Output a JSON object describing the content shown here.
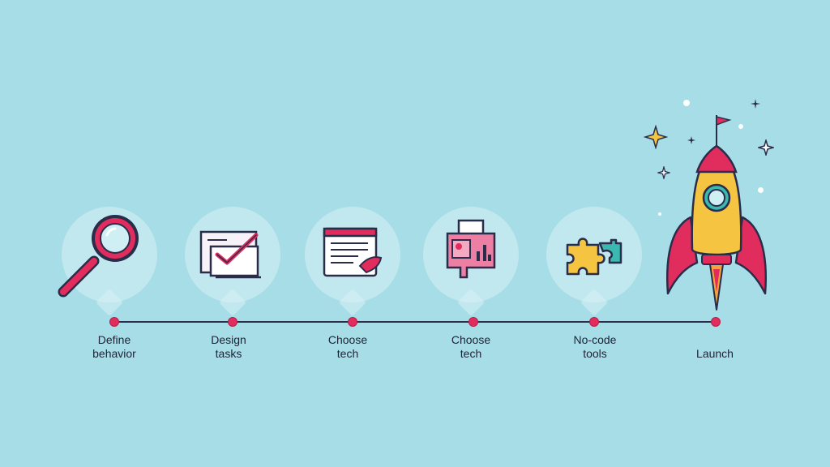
{
  "steps": [
    {
      "label_line1": "Define",
      "label_line2": "behavior",
      "icon": "magnifier-icon"
    },
    {
      "label_line1": "Design",
      "label_line2": "tasks",
      "icon": "checklist-monitor-icon"
    },
    {
      "label_line1": "Choose",
      "label_line2": "tech",
      "icon": "browser-window-icon"
    },
    {
      "label_line1": "Choose",
      "label_line2": "tech",
      "icon": "dashboard-chart-icon"
    },
    {
      "label_line1": "No-code",
      "label_line2": "tools",
      "icon": "puzzle-icon"
    },
    {
      "label_line1": "",
      "label_line2": "Launch",
      "icon": "rocket-icon"
    }
  ],
  "colors": {
    "background": "#a6dde7",
    "accent": "#e12c5e",
    "line": "#2a2d4a",
    "yellow": "#f5c542",
    "teal": "#3bb8b0"
  }
}
